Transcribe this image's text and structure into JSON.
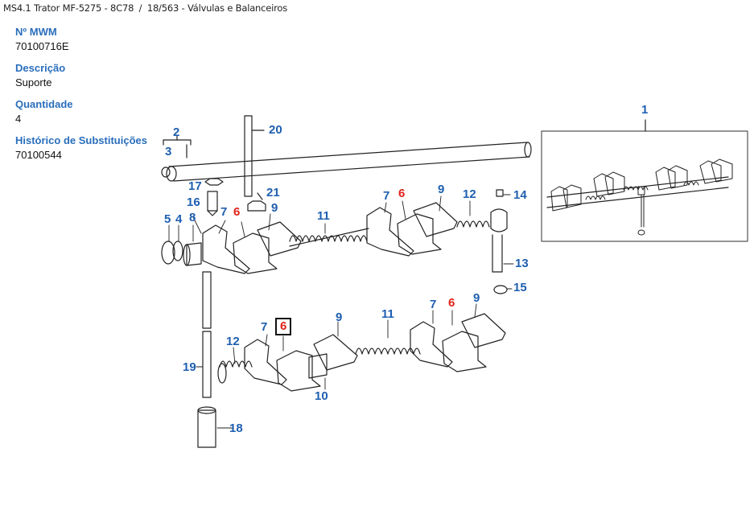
{
  "breadcrumb": {
    "model": "MS4.1 Trator MF-5275 - 8C78",
    "separator": "/",
    "section": "18/563 - Válvulas e Balanceiros"
  },
  "part_info": [
    {
      "label": "Nº MWM",
      "value": "70100716E"
    },
    {
      "label": "Descrição",
      "value": "Suporte"
    },
    {
      "label": "Quantidade",
      "value": "4"
    },
    {
      "label": "Histórico de Substituições",
      "value": "70100544"
    }
  ],
  "colors": {
    "label_blue": "#2a6ebb",
    "callout_blue": "#1f5fb0",
    "callout_red": "#e2231a",
    "text": "#111111"
  },
  "diagram": {
    "title": "Válvulas e Balanceiros exploded view",
    "selected_part": "6",
    "callouts": [
      {
        "id": "c1",
        "text": "1",
        "highlight": false
      },
      {
        "id": "c2",
        "text": "2",
        "highlight": false
      },
      {
        "id": "c3",
        "text": "3",
        "highlight": false
      },
      {
        "id": "c20",
        "text": "20",
        "highlight": false
      },
      {
        "id": "c17",
        "text": "17",
        "highlight": false
      },
      {
        "id": "c16",
        "text": "16",
        "highlight": false
      },
      {
        "id": "c21",
        "text": "21",
        "highlight": false
      },
      {
        "id": "c5",
        "text": "5",
        "highlight": false
      },
      {
        "id": "c4",
        "text": "4",
        "highlight": false
      },
      {
        "id": "c8",
        "text": "8",
        "highlight": false
      },
      {
        "id": "c7a",
        "text": "7",
        "highlight": false
      },
      {
        "id": "c6a",
        "text": "6",
        "highlight": true
      },
      {
        "id": "c9a",
        "text": "9",
        "highlight": false
      },
      {
        "id": "c11a",
        "text": "11",
        "highlight": false
      },
      {
        "id": "c7b",
        "text": "7",
        "highlight": false
      },
      {
        "id": "c6b",
        "text": "6",
        "highlight": true
      },
      {
        "id": "c9b",
        "text": "9",
        "highlight": false
      },
      {
        "id": "c12a",
        "text": "12",
        "highlight": false
      },
      {
        "id": "c14",
        "text": "14",
        "highlight": false
      },
      {
        "id": "c13",
        "text": "13",
        "highlight": false
      },
      {
        "id": "c15",
        "text": "15",
        "highlight": false
      },
      {
        "id": "c7c",
        "text": "7",
        "highlight": false
      },
      {
        "id": "c6c",
        "text": "6",
        "highlight": true
      },
      {
        "id": "c9c",
        "text": "9",
        "highlight": false
      },
      {
        "id": "c11b",
        "text": "11",
        "highlight": false
      },
      {
        "id": "c9d",
        "text": "9",
        "highlight": false
      },
      {
        "id": "c7d",
        "text": "7",
        "highlight": false
      },
      {
        "id": "c6d",
        "text": "6",
        "highlight": true
      },
      {
        "id": "c12b",
        "text": "12",
        "highlight": false
      },
      {
        "id": "c10",
        "text": "10",
        "highlight": false
      },
      {
        "id": "c19",
        "text": "19",
        "highlight": false
      },
      {
        "id": "c18",
        "text": "18",
        "highlight": false
      }
    ]
  }
}
